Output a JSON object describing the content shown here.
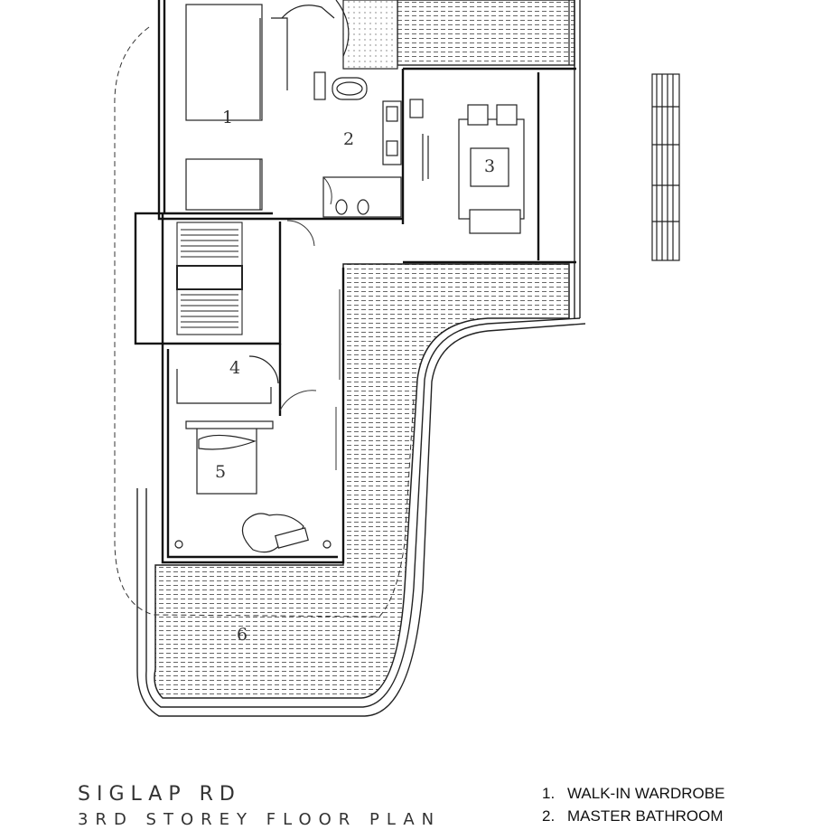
{
  "rooms": [
    {
      "number": "1",
      "name": "WALK-IN WARDROBE"
    },
    {
      "number": "2",
      "name": "MASTER BATHROOM"
    },
    {
      "number": "3",
      "name": ""
    },
    {
      "number": "4",
      "name": ""
    },
    {
      "number": "5",
      "name": ""
    },
    {
      "number": "6",
      "name": ""
    }
  ],
  "title": {
    "project": "SIGLAP RD",
    "sheet": "3RD STOREY FLOOR PLAN"
  },
  "legend": [
    {
      "num": "1.",
      "label": "WALK-IN WARDROBE"
    },
    {
      "num": "2.",
      "label": "MASTER BATHROOM"
    }
  ]
}
